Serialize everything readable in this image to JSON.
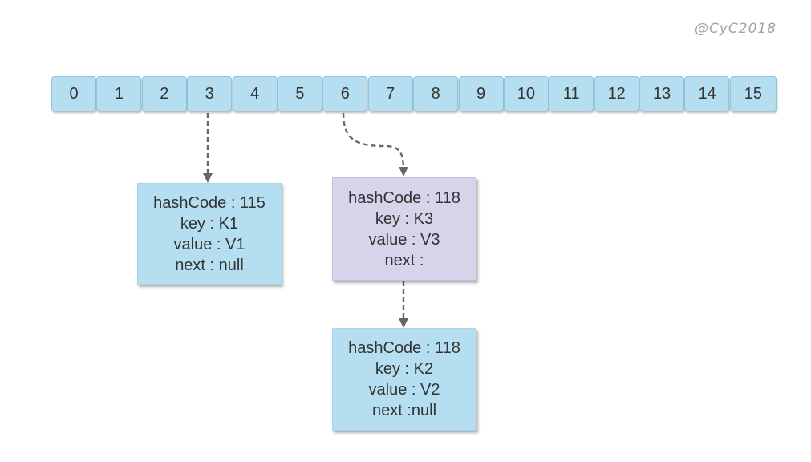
{
  "watermark": "@CyC2018",
  "buckets": [
    "0",
    "1",
    "2",
    "3",
    "4",
    "5",
    "6",
    "7",
    "8",
    "9",
    "10",
    "11",
    "12",
    "13",
    "14",
    "15"
  ],
  "nodes": {
    "k1": {
      "line1": "hashCode : 115",
      "line2": "key : K1",
      "line3": "value : V1",
      "line4": "next : null"
    },
    "k3": {
      "line1": "hashCode : 118",
      "line2": "key : K3",
      "line3": "value : V3",
      "line4": "next :"
    },
    "k2": {
      "line1": "hashCode : 118",
      "line2": "key : K2",
      "line3": "value : V2",
      "line4": "next :null"
    }
  },
  "colors": {
    "bucket_fill": "#b5dff0",
    "node_blue": "#b5dff0",
    "node_purple": "#d6d3ea",
    "arrow": "#666666"
  }
}
